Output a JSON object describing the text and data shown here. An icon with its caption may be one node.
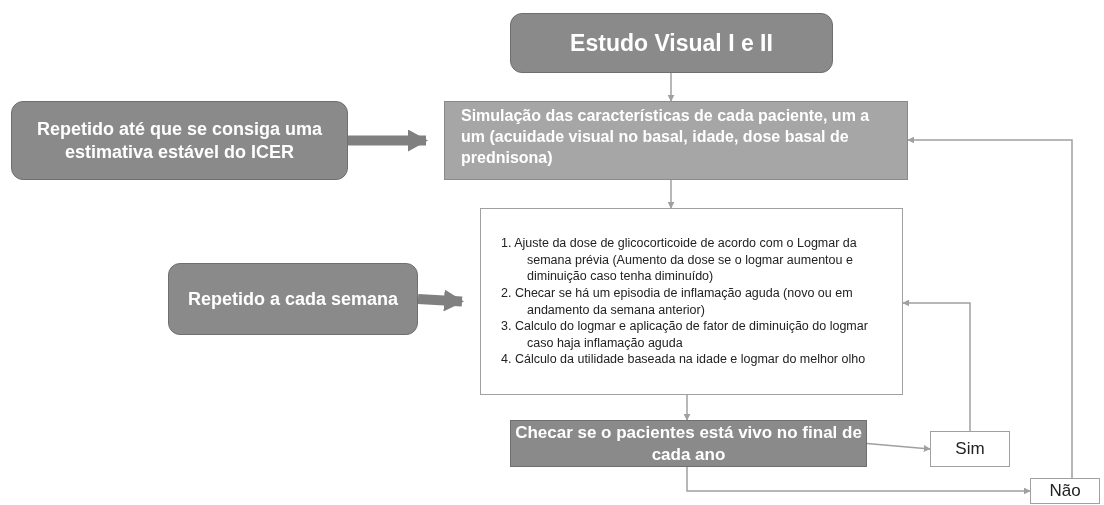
{
  "diagram": {
    "nodes": [
      {
        "text": [
          "Estudo Visual I e II"
        ]
      },
      {
        "text": [
          "Repetido até que se consiga uma estimativa estável do ICER"
        ]
      },
      {
        "text": [
          "Simulação das características de cada paciente, um a um (acuidade visual no basal, idade, dose basal de prednisona)"
        ]
      },
      {
        "text": [
          "Repetido a cada semana"
        ]
      },
      {
        "text": [
          "1. Ajuste da dose de glicocorticoide de acordo com o Logmar da semana prévia (Aumento da dose se o logmar aumentou e diminuição caso tenha diminuído)",
          "2. Checar se há um episodia de inflamação aguda (novo ou em andamento da semana anterior)",
          "3. Calculo do logmar e aplicação de fator de diminuição do  logmar caso haja inflamação aguda",
          "4. Cálculo da utilidade baseada na idade e logmar do melhor olho"
        ]
      },
      {
        "text": [
          "Checar se o pacientes está vivo no final de cada ano"
        ]
      },
      {
        "text": [
          "Sim"
        ]
      },
      {
        "text": [
          "Não"
        ]
      }
    ],
    "edges": [
      {
        "from": 0,
        "to": 2,
        "arrow": "to"
      },
      {
        "from": 1,
        "to": 2,
        "arrow": "to",
        "style": "thick"
      },
      {
        "from": 2,
        "to": 4,
        "arrow": "to"
      },
      {
        "from": 3,
        "to": 4,
        "arrow": "to",
        "style": "thick"
      },
      {
        "from": 4,
        "to": 5,
        "arrow": "to"
      },
      {
        "from": 5,
        "to": 6,
        "arrow": "to"
      },
      {
        "from": 6,
        "to": 4,
        "arrow": "to"
      },
      {
        "from": 5,
        "to": 7,
        "arrow": "to"
      },
      {
        "from": 7,
        "to": 2,
        "arrow": "to"
      }
    ]
  }
}
